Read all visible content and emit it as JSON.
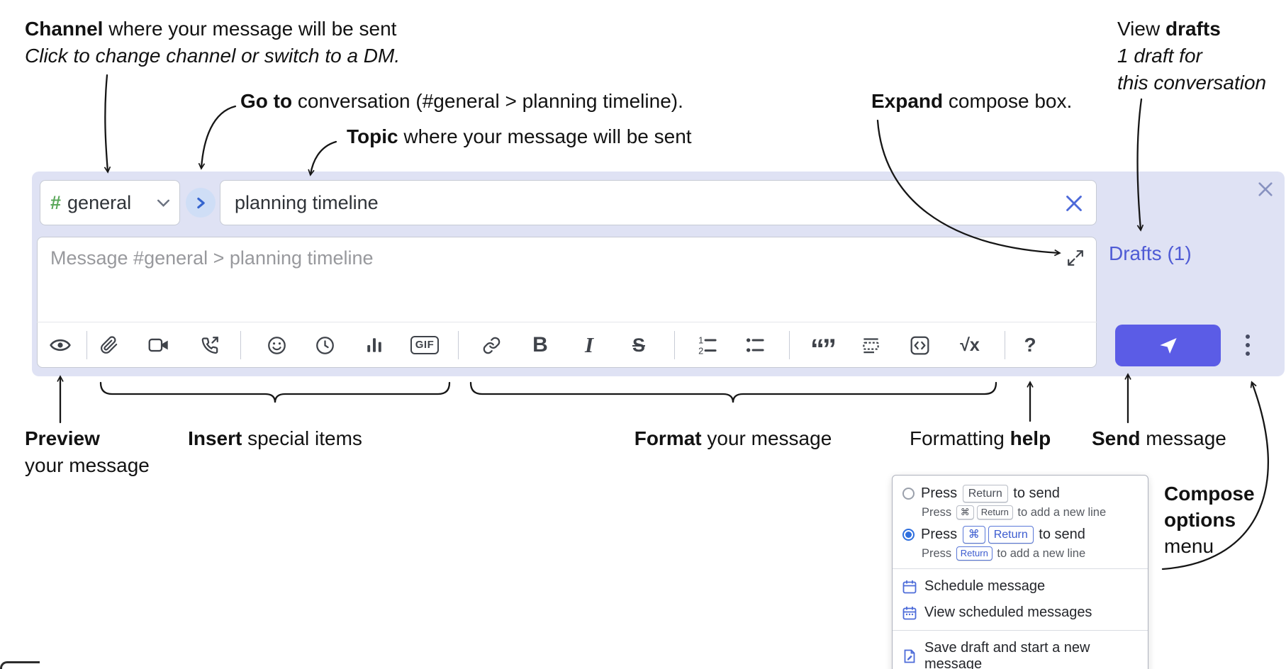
{
  "annotations": {
    "channel_bold": "Channel",
    "channel_rest": " where your message will be sent",
    "channel_italic": "Click to change channel or switch to a DM.",
    "goto_bold": "Go to",
    "goto_rest": " conversation (#general > planning timeline).",
    "topic_bold": "Topic",
    "topic_rest": " where your message will be sent",
    "expand_bold": "Expand",
    "expand_rest": " compose box.",
    "drafts_pre": "View ",
    "drafts_bold": "drafts",
    "drafts_line2": "1 draft for",
    "drafts_line3": "this conversation",
    "preview_bold": "Preview",
    "preview_line2": "your message",
    "insert_bold": "Insert",
    "insert_rest": " special items",
    "format_bold": "Format",
    "format_rest": " your message",
    "help_pre": "Formatting ",
    "help_bold": "help",
    "send_bold": "Send",
    "send_rest": " message",
    "compose_line1": "Compose",
    "compose_line2": "options",
    "compose_line3": "menu"
  },
  "compose": {
    "channel_hash": "#",
    "channel_name": "general",
    "topic_value": "planning timeline",
    "message_placeholder": "Message #general > planning timeline",
    "drafts_link": "Drafts (1)"
  },
  "toolbar": {
    "gif": "GIF",
    "bold": "B",
    "italic": "I",
    "strike": "S",
    "quote": "“”",
    "math": "√x",
    "help": "?",
    "num1": "1",
    "num2": "2"
  },
  "popup": {
    "opt1_press": "Press",
    "opt1_key": "Return",
    "opt1_suffix": "to send",
    "opt1_sub_press": "Press",
    "opt1_sub_key1": "⌘",
    "opt1_sub_key2": "Return",
    "opt1_sub_suffix": "to add a new line",
    "opt2_press": "Press",
    "opt2_key1": "⌘",
    "opt2_key2": "Return",
    "opt2_suffix": "to send",
    "opt2_sub_press": "Press",
    "opt2_sub_key": "Return",
    "opt2_sub_suffix": "to add a new line",
    "schedule": "Schedule message",
    "view_scheduled": "View scheduled messages",
    "save_draft": "Save draft and start a new message"
  },
  "colors": {
    "compose_bg": "#dfe2f4",
    "send_blue": "#5b5ce6",
    "link_blue": "#4f5bd5",
    "hash_green": "#5ba85b",
    "accent_blue": "#4c6bd9"
  }
}
